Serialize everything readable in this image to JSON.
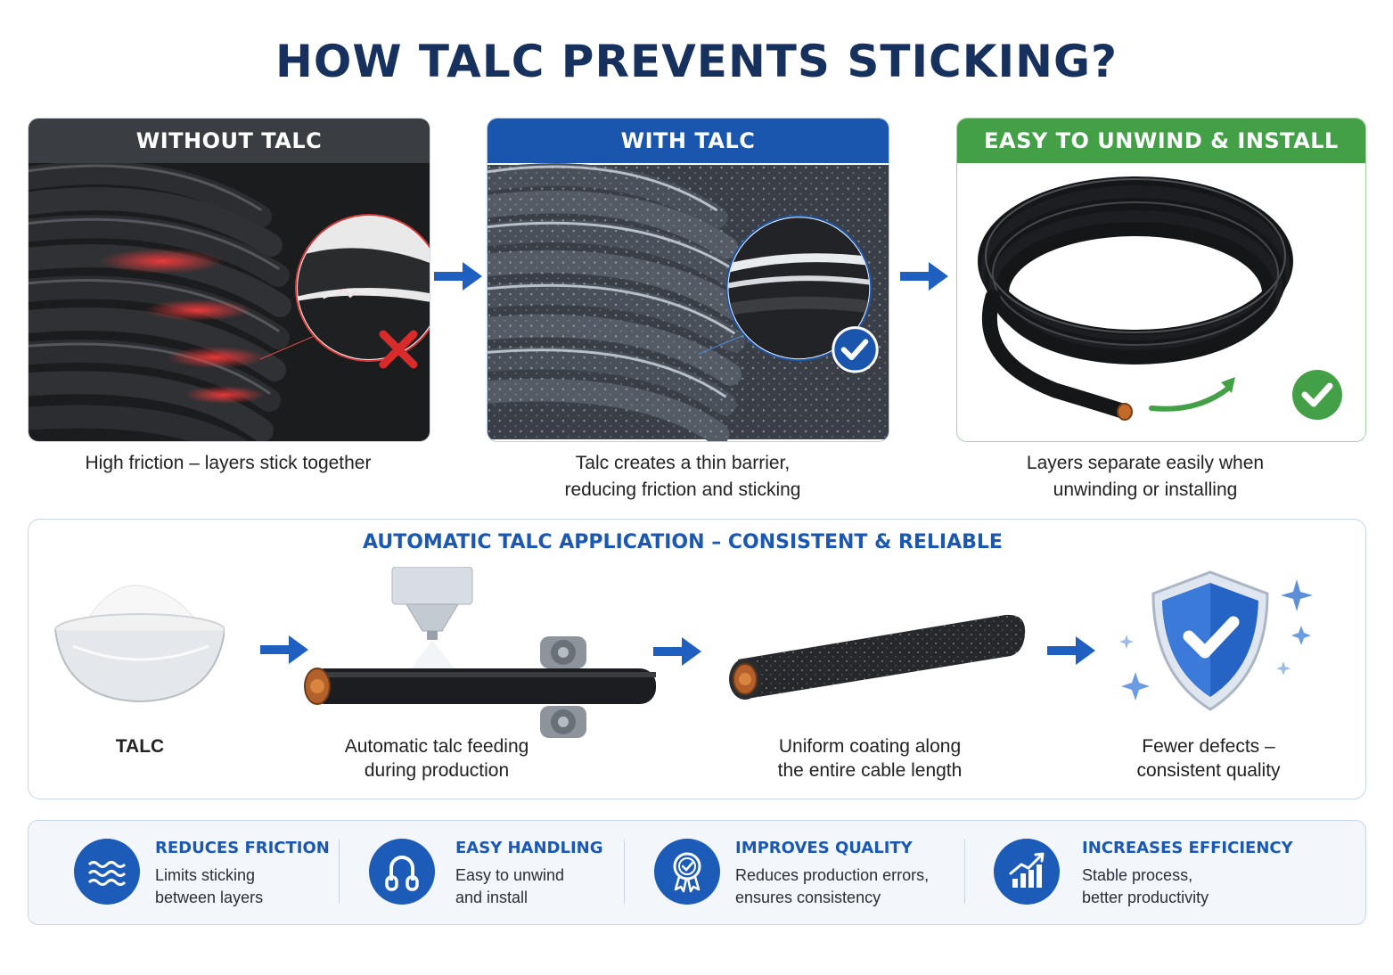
{
  "title": "HOW TALC PREVENTS STICKING?",
  "panels": [
    {
      "header": "WITHOUT TALC",
      "caption": [
        "High friction – layers stick together"
      ],
      "color": "#3a3d42",
      "mark": "cross"
    },
    {
      "header": "WITH TALC",
      "caption": [
        "Talc creates a thin barrier,",
        "reducing friction and sticking"
      ],
      "color": "#1a56ad",
      "mark": "check"
    },
    {
      "header": "EASY TO UNWIND & INSTALL",
      "caption": [
        "Layers separate easily when",
        "unwinding or installing"
      ],
      "color": "#43a047",
      "mark": "check"
    }
  ],
  "process": {
    "title": "AUTOMATIC TALC APPLICATION – CONSISTENT & RELIABLE",
    "steps": [
      {
        "label": [
          "TALC"
        ],
        "icon": "talc-bowl-icon"
      },
      {
        "label": [
          "Automatic talc feeding",
          "during production"
        ],
        "icon": "talc-sprayer-icon"
      },
      {
        "label": [
          "Uniform coating along",
          "the entire cable length"
        ],
        "icon": "coated-cable-icon"
      },
      {
        "label": [
          "Fewer defects –",
          "consistent quality"
        ],
        "icon": "shield-check-icon"
      }
    ]
  },
  "benefits": [
    {
      "title": "REDUCES FRICTION",
      "desc": [
        "Limits sticking",
        "between layers"
      ],
      "icon": "waves-icon"
    },
    {
      "title": "EASY HANDLING",
      "desc": [
        "Easy to unwind",
        "and install"
      ],
      "icon": "cable-coil-icon"
    },
    {
      "title": "IMPROVES QUALITY",
      "desc": [
        "Reduces production errors,",
        "ensures consistency"
      ],
      "icon": "quality-badge-icon"
    },
    {
      "title": "INCREASES EFFICIENCY",
      "desc": [
        "Stable process,",
        "better productivity"
      ],
      "icon": "growth-chart-icon"
    }
  ],
  "colors": {
    "navy": "#17315f",
    "blue": "#1a58b3",
    "green": "#43a047",
    "red": "#d92b2b"
  }
}
